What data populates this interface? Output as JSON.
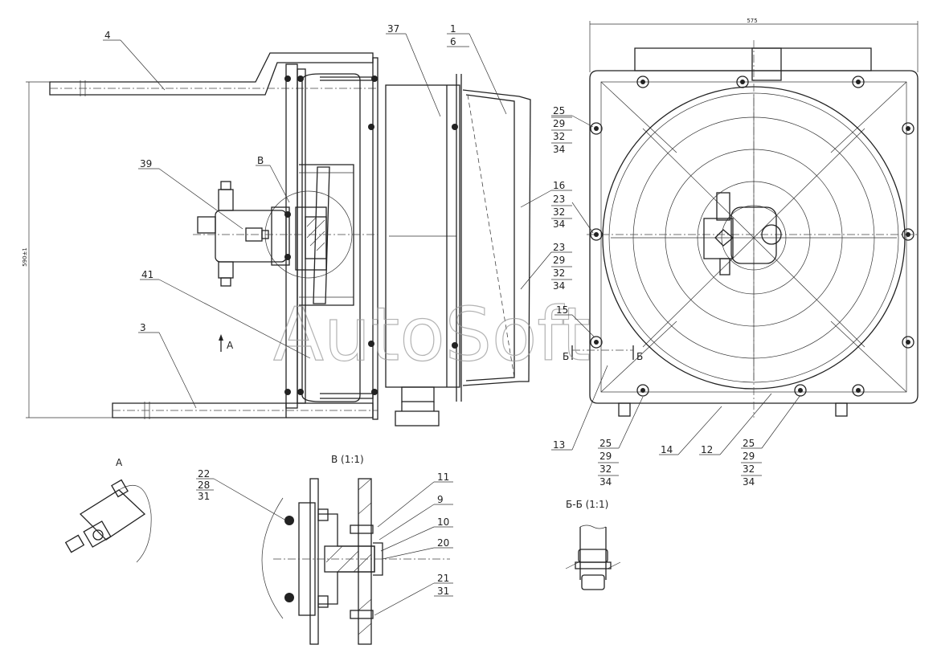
{
  "watermark": "AutoSoft",
  "dimensions": {
    "width_top": "575",
    "height_left": "590±1"
  },
  "view_labels": {
    "view_a": "A",
    "view_b": "В (1:1)",
    "section_bb": "Б-Б   (1:1)",
    "arrow_a": "A",
    "cut_b1": "Б",
    "cut_b2": "Б",
    "callout_b": "В"
  },
  "callouts": {
    "c4": "4",
    "c37": "37",
    "c1": "1",
    "c6": "6",
    "c39": "39",
    "c41": "41",
    "c3": "3",
    "c25a": "25",
    "c29a": "29",
    "c32a": "32",
    "c34a": "34",
    "c16": "16",
    "c23a": "23",
    "c32b": "32",
    "c34b": "34",
    "c23b": "23",
    "c29b": "29",
    "c32c": "32",
    "c34c": "34",
    "c15": "15",
    "c13": "13",
    "c14": "14",
    "c12": "12",
    "c25b": "25",
    "c29c": "29",
    "c32d": "32",
    "c34d": "34",
    "c25c": "25",
    "c29d": "29",
    "c32e": "32",
    "c34e": "34",
    "c22": "22",
    "c28": "28",
    "c31a": "31",
    "c11": "11",
    "c9": "9",
    "c10": "10",
    "c20": "20",
    "c21": "21",
    "c31b": "31"
  }
}
